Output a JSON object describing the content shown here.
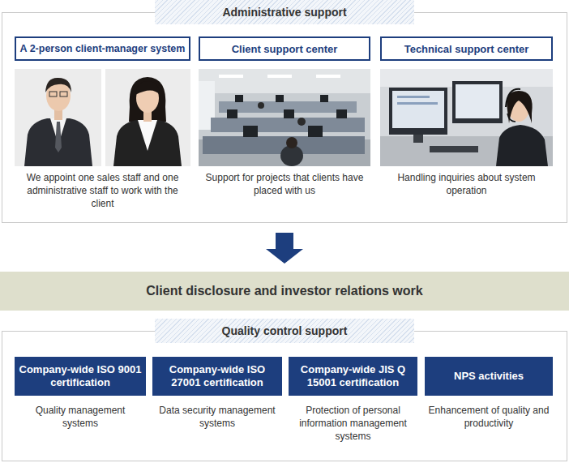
{
  "diagram": {
    "nodes": [
      {
        "text": [
          "Administrative support"
        ]
      },
      {
        "text": [
          "A 2-person client-manager system"
        ],
        "in": 0
      },
      {
        "text": [
          "Client support center"
        ],
        "in": 0
      },
      {
        "text": [
          "Technical support center"
        ],
        "in": 0
      },
      {
        "text": [
          "Client disclosure and investor relations work"
        ]
      },
      {
        "text": [
          "Quality control support"
        ]
      },
      {
        "text": [
          "Company-wide ISO 9001 certification"
        ],
        "in": 5
      },
      {
        "text": [
          "Company-wide ISO 27001 certification"
        ],
        "in": 5
      },
      {
        "text": [
          "Company-wide JIS Q 15001 certification"
        ],
        "in": 5
      },
      {
        "text": [
          "NPS activities"
        ],
        "in": 5
      }
    ],
    "edges": [
      {
        "from": 0,
        "to": 4,
        "arrow": "to"
      }
    ],
    "labels": [
      "We appoint one sales staff and one administrative staff to work with the client",
      "Support for projects that clients have placed with us",
      "Handling inquiries about system operation",
      "Quality management systems",
      "Data security management systems",
      "Protection of personal information management systems",
      "Enhancement of quality and productivity"
    ]
  }
}
